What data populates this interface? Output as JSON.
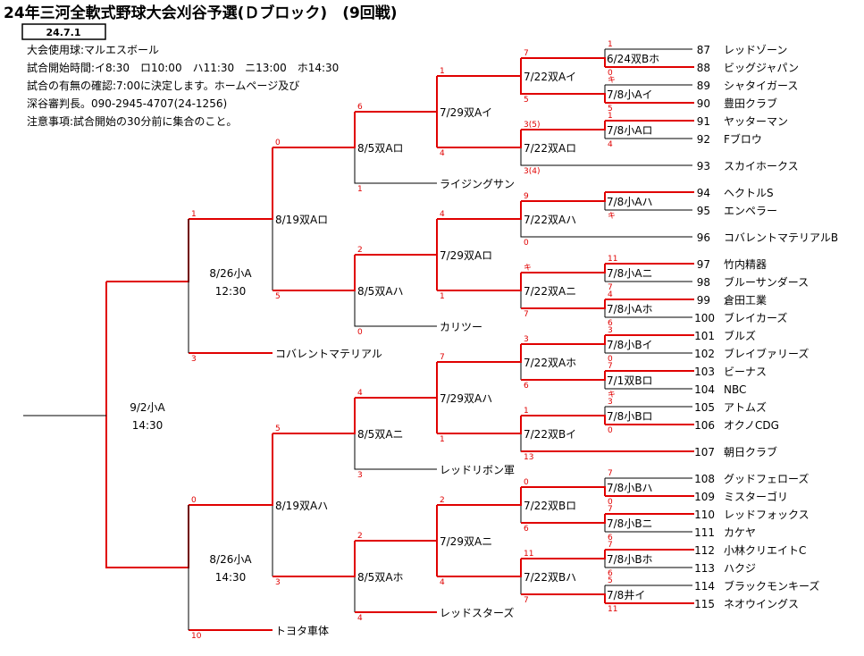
{
  "title": "24年三河全軟式野球大会刈谷予選(Ｄブロック)　(9回戦)",
  "date_box": "24.7.1",
  "info": [
    "大会使用球:マルエスボール",
    "試合開始時間:イ8:30　ロ10:00　ハ11:30　ニ13:00　ホ14:30",
    "試合の有無の確認:7:00に決定します。ホームページ及び",
    "深谷審判長。090-2945-4707(24-1256)",
    "注意事項:試合開始の30分前に集合のこと。"
  ],
  "teams": [
    {
      "no": "87",
      "name": "レッドゾーン"
    },
    {
      "no": "88",
      "name": "ビッグジャパン"
    },
    {
      "no": "89",
      "name": "シャタイガース"
    },
    {
      "no": "90",
      "name": "豊田クラブ"
    },
    {
      "no": "91",
      "name": "ヤッターマン"
    },
    {
      "no": "92",
      "name": "Fブロウ"
    },
    {
      "no": "93",
      "name": "スカイホークス"
    },
    {
      "no": "94",
      "name": "ヘクトルS"
    },
    {
      "no": "95",
      "name": "エンペラー"
    },
    {
      "no": "96",
      "name": "コバレントマテリアルB"
    },
    {
      "no": "97",
      "name": "竹内精器"
    },
    {
      "no": "98",
      "name": "ブルーサンダース"
    },
    {
      "no": "99",
      "name": "倉田工業"
    },
    {
      "no": "100",
      "name": "ブレイカーズ"
    },
    {
      "no": "101",
      "name": "ブルズ"
    },
    {
      "no": "102",
      "name": "ブレイブァリーズ"
    },
    {
      "no": "103",
      "name": "ビーナス"
    },
    {
      "no": "104",
      "name": "NBC"
    },
    {
      "no": "105",
      "name": "アトムズ"
    },
    {
      "no": "106",
      "name": "オクノCDG"
    },
    {
      "no": "107",
      "name": "朝日クラブ"
    },
    {
      "no": "108",
      "name": "グッドフェローズ"
    },
    {
      "no": "109",
      "name": "ミスターゴリ"
    },
    {
      "no": "110",
      "name": "レッドフォックス"
    },
    {
      "no": "111",
      "name": "カケヤ"
    },
    {
      "no": "112",
      "name": "小林クリエイトC"
    },
    {
      "no": "113",
      "name": "ハクジ"
    },
    {
      "no": "114",
      "name": "ブラックモンキーズ"
    },
    {
      "no": "115",
      "name": "ネオウイングス"
    }
  ],
  "seeds": [
    {
      "name": "ライジングサン"
    },
    {
      "name": "カリツー"
    },
    {
      "name": "コバレントマテリアル"
    },
    {
      "name": "レッドリボン軍"
    },
    {
      "name": "レッドスターズ"
    },
    {
      "name": "トヨタ車体"
    }
  ],
  "matches": [
    {
      "label": "6/24双Bホ"
    },
    {
      "label": "7/8小Aイ"
    },
    {
      "label": "7/8小Aロ"
    },
    {
      "label": "7/8小Aハ"
    },
    {
      "label": "7/8小Aニ"
    },
    {
      "label": "7/8小Aホ"
    },
    {
      "label": "7/8小Bイ"
    },
    {
      "label": "7/1双Bロ"
    },
    {
      "label": "7/8小Bロ"
    },
    {
      "label": "7/8小Bハ"
    },
    {
      "label": "7/8小Bニ"
    },
    {
      "label": "7/8小Bホ"
    },
    {
      "label": "7/8井イ"
    },
    {
      "label": "7/22双Aイ"
    },
    {
      "label": "7/22双Aロ"
    },
    {
      "label": "7/22双Aハ"
    },
    {
      "label": "7/22双Aニ"
    },
    {
      "label": "7/22双Aホ"
    },
    {
      "label": "7/22双Bイ"
    },
    {
      "label": "7/22双Bロ"
    },
    {
      "label": "7/22双Bハ"
    },
    {
      "label": "7/29双Aイ"
    },
    {
      "label": "7/29双Aロ"
    },
    {
      "label": "7/29双Aハ"
    },
    {
      "label": "7/29双Aニ"
    },
    {
      "label": "8/5双Aロ"
    },
    {
      "label": "8/5双Aハ"
    },
    {
      "label": "8/5双Aニ"
    },
    {
      "label": "8/5双Aホ"
    },
    {
      "label": "8/19双Aロ"
    },
    {
      "label": "8/19双Aハ"
    },
    {
      "label": "8/26小A"
    },
    {
      "label": "12:30"
    },
    {
      "label": "8/26小A"
    },
    {
      "label": "14:30"
    },
    {
      "label": "9/2小A"
    },
    {
      "label": "14:30"
    }
  ],
  "scores": [
    "1",
    "0",
    "キ",
    "1",
    "5",
    "4",
    "3(5)",
    "3(4)",
    "9",
    "キ",
    "11",
    "7",
    "4",
    "6",
    "3",
    "0",
    "7",
    "キ",
    "3",
    "0",
    "7",
    "0",
    "7",
    "6",
    "7",
    "6",
    "5",
    "11",
    "7",
    "5",
    "0",
    "4",
    "4",
    "2",
    "キ",
    "7",
    "1",
    "3",
    "6",
    "4",
    "1",
    "7",
    "1",
    "13",
    "0",
    "6",
    "11",
    "4",
    "7",
    "6",
    "1",
    "2",
    "0",
    "3",
    "2",
    "1",
    "4",
    "0",
    "5",
    "5",
    "3",
    "1",
    "3",
    "0",
    "10"
  ],
  "colors": {
    "line": "#000000",
    "winner": "#e00000",
    "score": "#e00000"
  }
}
